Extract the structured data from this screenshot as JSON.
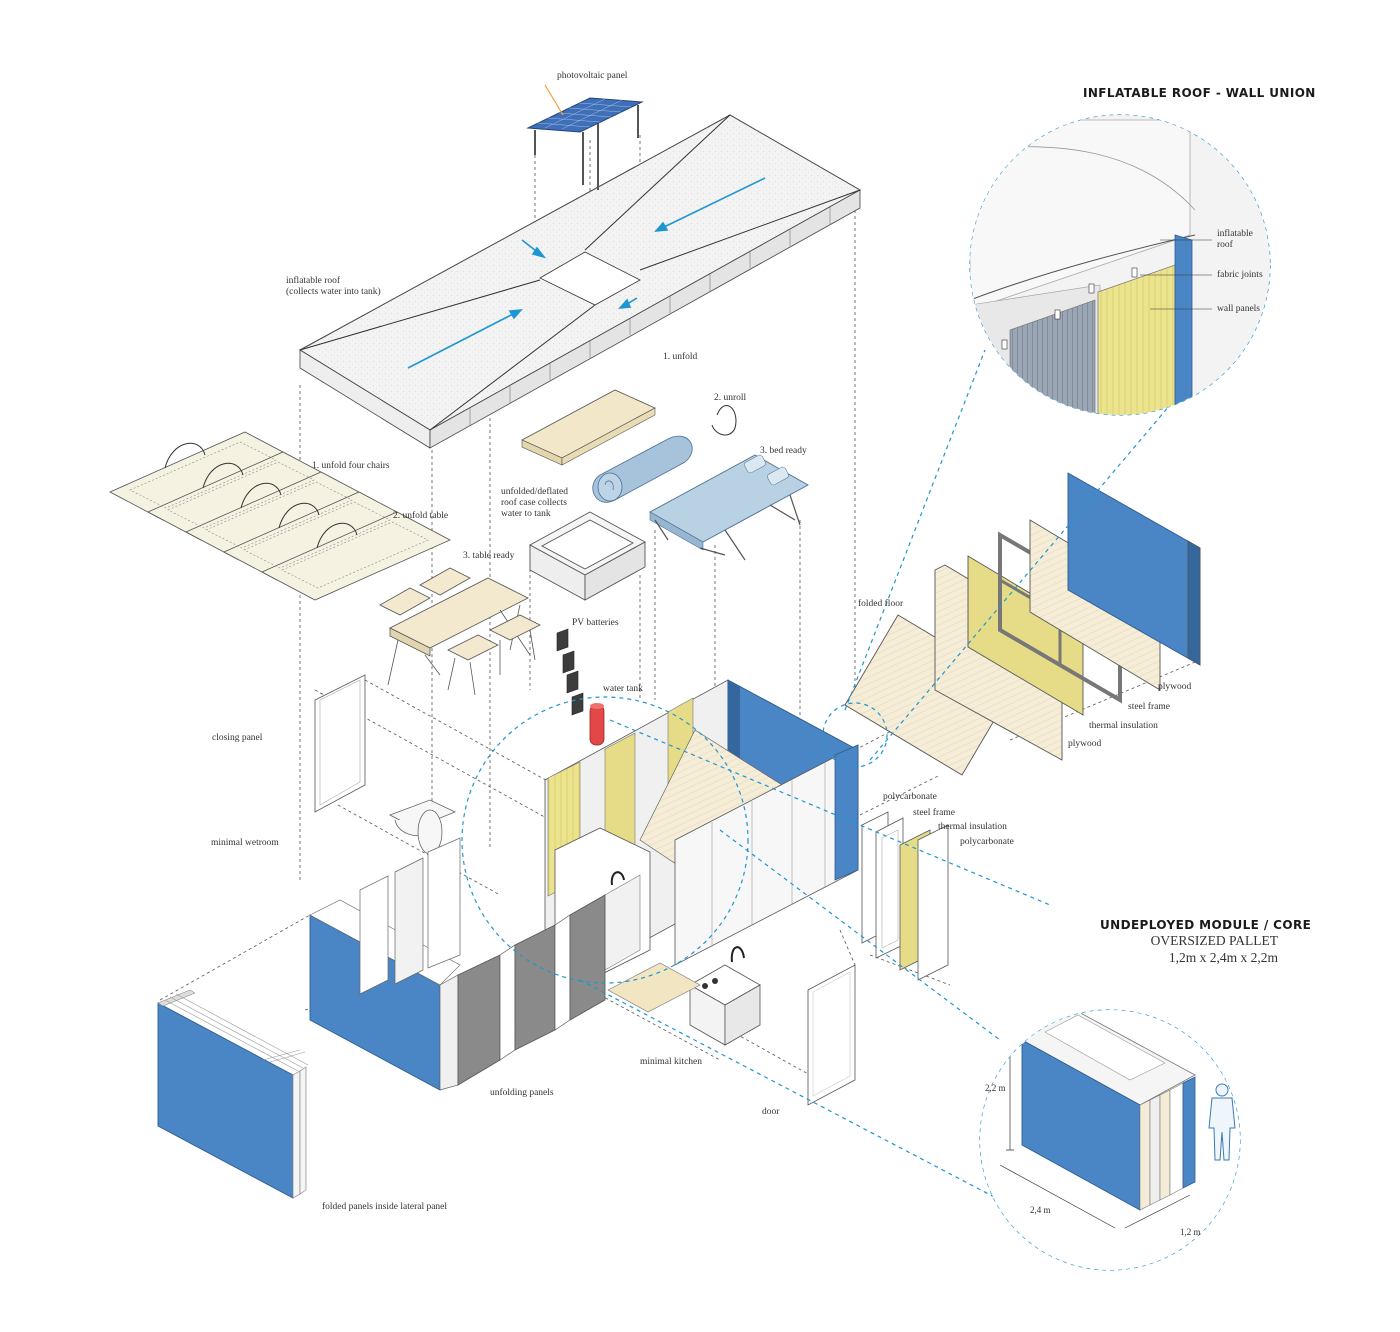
{
  "colors": {
    "panel_blue": "#4a86c5",
    "panel_blue_dark": "#35679f",
    "accent_dashed": "#1e96d2",
    "plywood": "#f4ecd6",
    "insulation_yellow": "#e6dc88",
    "water_tank_red": "#e24848",
    "mattress_blue": "#b9d2e3",
    "battery_dark": "#3d3d3d",
    "pv_orange": "#f0a030"
  },
  "headings": {
    "roof_wall_union": "INFLATABLE ROOF - WALL UNION",
    "undeployed_title": "UNDEPLOYED MODULE / CORE",
    "undeployed_sub1": "OVERSIZED PALLET",
    "undeployed_sub2": "1,2m x 2,4m x 2,2m"
  },
  "labels": {
    "photovoltaic_panel": "photovoltaic panel",
    "inflatable_roof_main": "inflatable roof\n(collects water into tank)",
    "unfold": "1. unfold",
    "unroll": "2. unroll",
    "bed_ready": "3. bed ready",
    "unfold_four_chairs": "1. unfold four chairs",
    "unfold_table": "2. unfold table",
    "table_ready": "3. table ready",
    "roof_case": "unfolded/deflated\nroof case collects\nwater to tank",
    "pv_batteries": "PV batteries",
    "water_tank": "water tank",
    "closing_panel": "closing panel",
    "minimal_wetroom": "minimal wetroom",
    "folded_floor": "folded floor",
    "plywood_1": "plywood",
    "steel_frame_1": "steel frame",
    "thermal_insulation_1": "thermal insulation",
    "plywood_2": "plywood",
    "polycarbonate_1": "polycarbonate",
    "steel_frame_2": "steel frame",
    "thermal_insulation_2": "thermal insulation",
    "polycarbonate_2": "polycarbonate",
    "minimal_kitchen": "minimal kitchen",
    "unfolding_panels": "unfolding panels",
    "door": "door",
    "folded_panels_lateral": "folded panels inside lateral panel",
    "detail_inflatable_roof": "inflatable\nroof",
    "detail_fabric_joints": "fabric joints",
    "detail_wall_panels": "wall panels"
  },
  "dimensions": {
    "height": "2,2 m",
    "length": "2,4 m",
    "width": "1,2 m"
  }
}
